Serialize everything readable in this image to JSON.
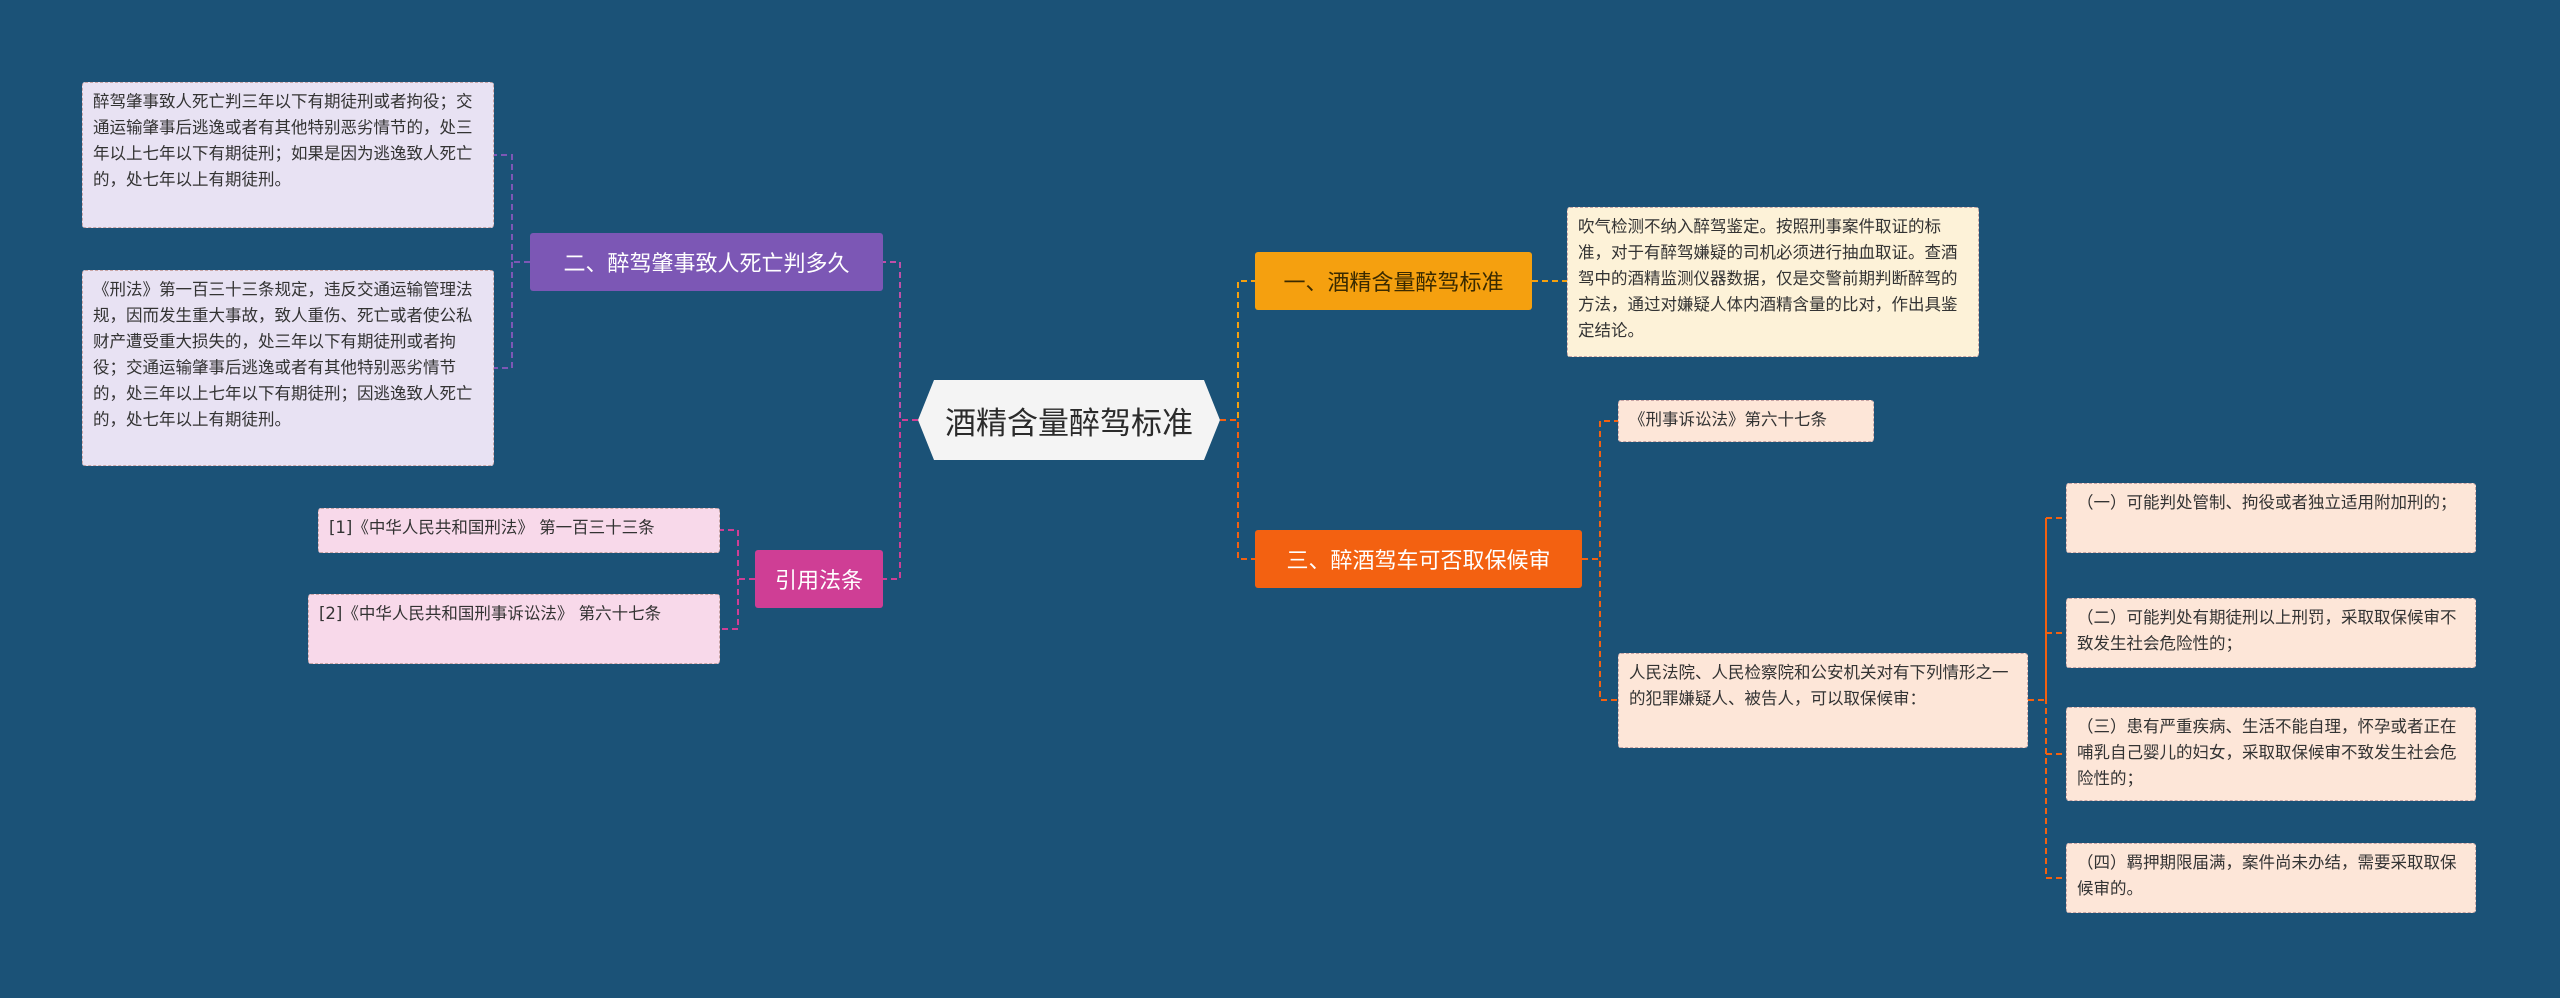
{
  "center": "酒精含量醉驾标准",
  "branches": {
    "one": "一、酒精含量醉驾标准",
    "two": "二、醉驾肇事致人死亡判多久",
    "three": "三、醉酒驾车可否取保候审",
    "refs": "引用法条"
  },
  "leaves": {
    "one_detail": "吹气检测不纳入醉驾鉴定。按照刑事案件取证的标准，对于有醉驾嫌疑的司机必须进行抽血取证。查酒驾中的酒精监测仪器数据，仅是交警前期判断醉驾的方法，通过对嫌疑人体内酒精含量的比对，作出具鉴定结论。",
    "three_law": "《刑事诉讼法》第六十七条",
    "three_intro": "人民法院、人民检察院和公安机关对有下列情形之一的犯罪嫌疑人、被告人，可以取保候审：",
    "three_items": [
      "（一）可能判处管制、拘役或者独立适用附加刑的；",
      "（二）可能判处有期徒刑以上刑罚，采取取保候审不致发生社会危险性的；",
      "（三）患有严重疾病、生活不能自理，怀孕或者正在哺乳自己婴儿的妇女，采取取保候审不致发生社会危险性的；",
      "（四）羁押期限届满，案件尚未办结，需要采取取保候审的。"
    ],
    "two_a": "醉驾肇事致人死亡判三年以下有期徒刑或者拘役；交通运输肇事后逃逸或者有其他特别恶劣情节的，处三年以上七年以下有期徒刑；如果是因为逃逸致人死亡的，处七年以上有期徒刑。",
    "two_b": "《刑法》第一百三十三条规定，违反交通运输管理法规，因而发生重大事故，致人重伤、死亡或者使公私财产遭受重大损失的，处三年以下有期徒刑或者拘役；交通运输肇事后逃逸或者有其他特别恶劣情节的，处三年以上七年以下有期徒刑；因逃逸致人死亡的，处七年以上有期徒刑。",
    "ref_1": "[1]《中华人民共和国刑法》 第一百三十三条",
    "ref_2": "[2]《中华人民共和国刑事诉讼法》 第六十七条"
  },
  "colors": {
    "background": "#1b5277",
    "branch_one": "#f5a00f",
    "branch_two": "#7c57b5",
    "branch_three": "#f36111",
    "branch_refs": "#cf3e95"
  }
}
